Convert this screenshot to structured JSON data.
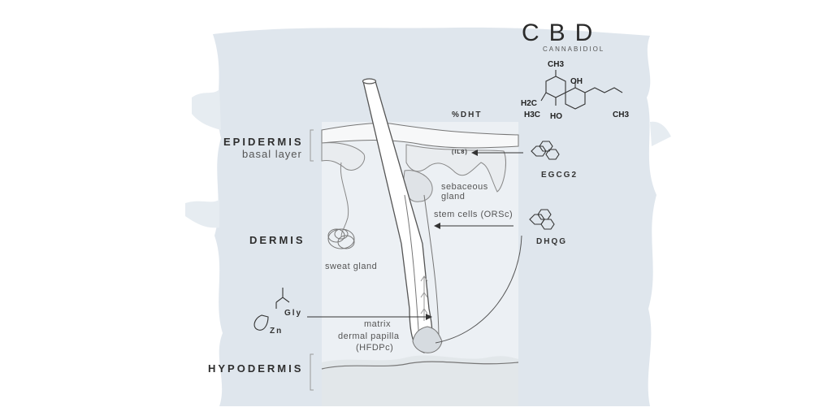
{
  "layers": {
    "epidermis": "EPIDERMIS",
    "basal": "basal layer",
    "dermis": "DERMIS",
    "hypodermis": "HYPODERMIS"
  },
  "cbd": {
    "title": "CBD",
    "subtitle": "CANNABIDIOL",
    "atoms": {
      "ch3_top": "CH3",
      "oh": "OH",
      "h2c": "H2C",
      "h3c": "H3C",
      "ho": "HO",
      "ch3_right": "CH3"
    }
  },
  "labels": {
    "dht": "%DHT",
    "il8": "(IL8)",
    "egcg": "EGCG2",
    "sebaceous": "sebaceous",
    "gland": "gland",
    "stem_cells": "stem cells (ORSc)",
    "dhqg": "DHQG",
    "sweat_gland": "sweat gland",
    "gly": "Gly",
    "zn": "Zn",
    "matrix": "matrix",
    "dermal_papilla": "dermal papilla",
    "hfdpc": "(HFDPc)"
  },
  "colors": {
    "brush": "#dfe6ed",
    "skin": "#f1f3f5",
    "line": "#666666",
    "text": "#333333"
  }
}
